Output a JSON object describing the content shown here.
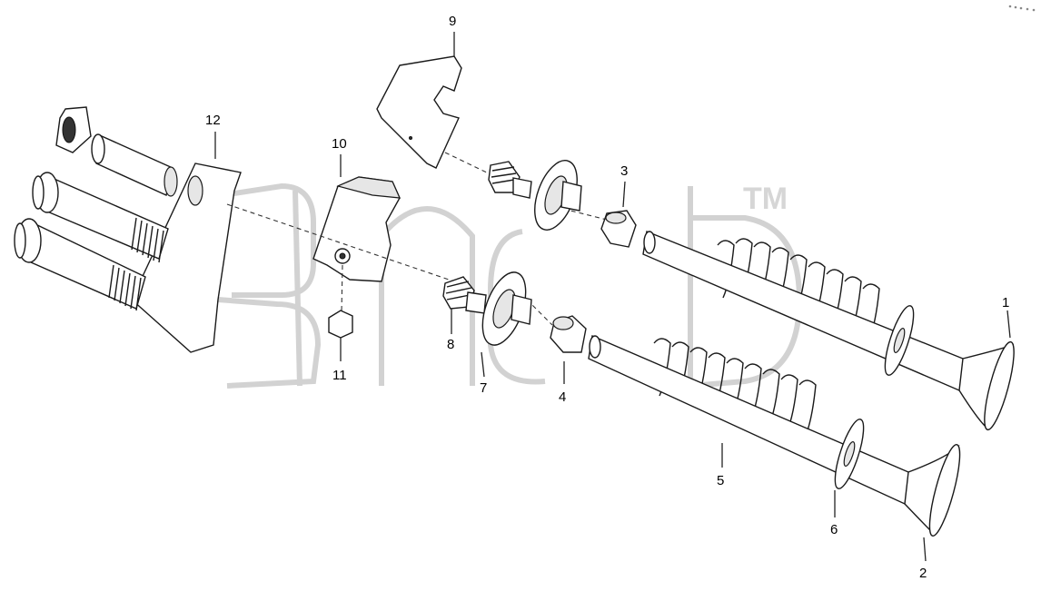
{
  "watermark": {
    "tm": "TM"
  },
  "callouts": [
    {
      "id": "1",
      "label": "1"
    },
    {
      "id": "2",
      "label": "2"
    },
    {
      "id": "3",
      "label": "3"
    },
    {
      "id": "4",
      "label": "4"
    },
    {
      "id": "5",
      "label": "5"
    },
    {
      "id": "6",
      "label": "6"
    },
    {
      "id": "7",
      "label": "7"
    },
    {
      "id": "8",
      "label": "8"
    },
    {
      "id": "9",
      "label": "9"
    },
    {
      "id": "10",
      "label": "10"
    },
    {
      "id": "11",
      "label": "11"
    },
    {
      "id": "12",
      "label": "12"
    }
  ]
}
